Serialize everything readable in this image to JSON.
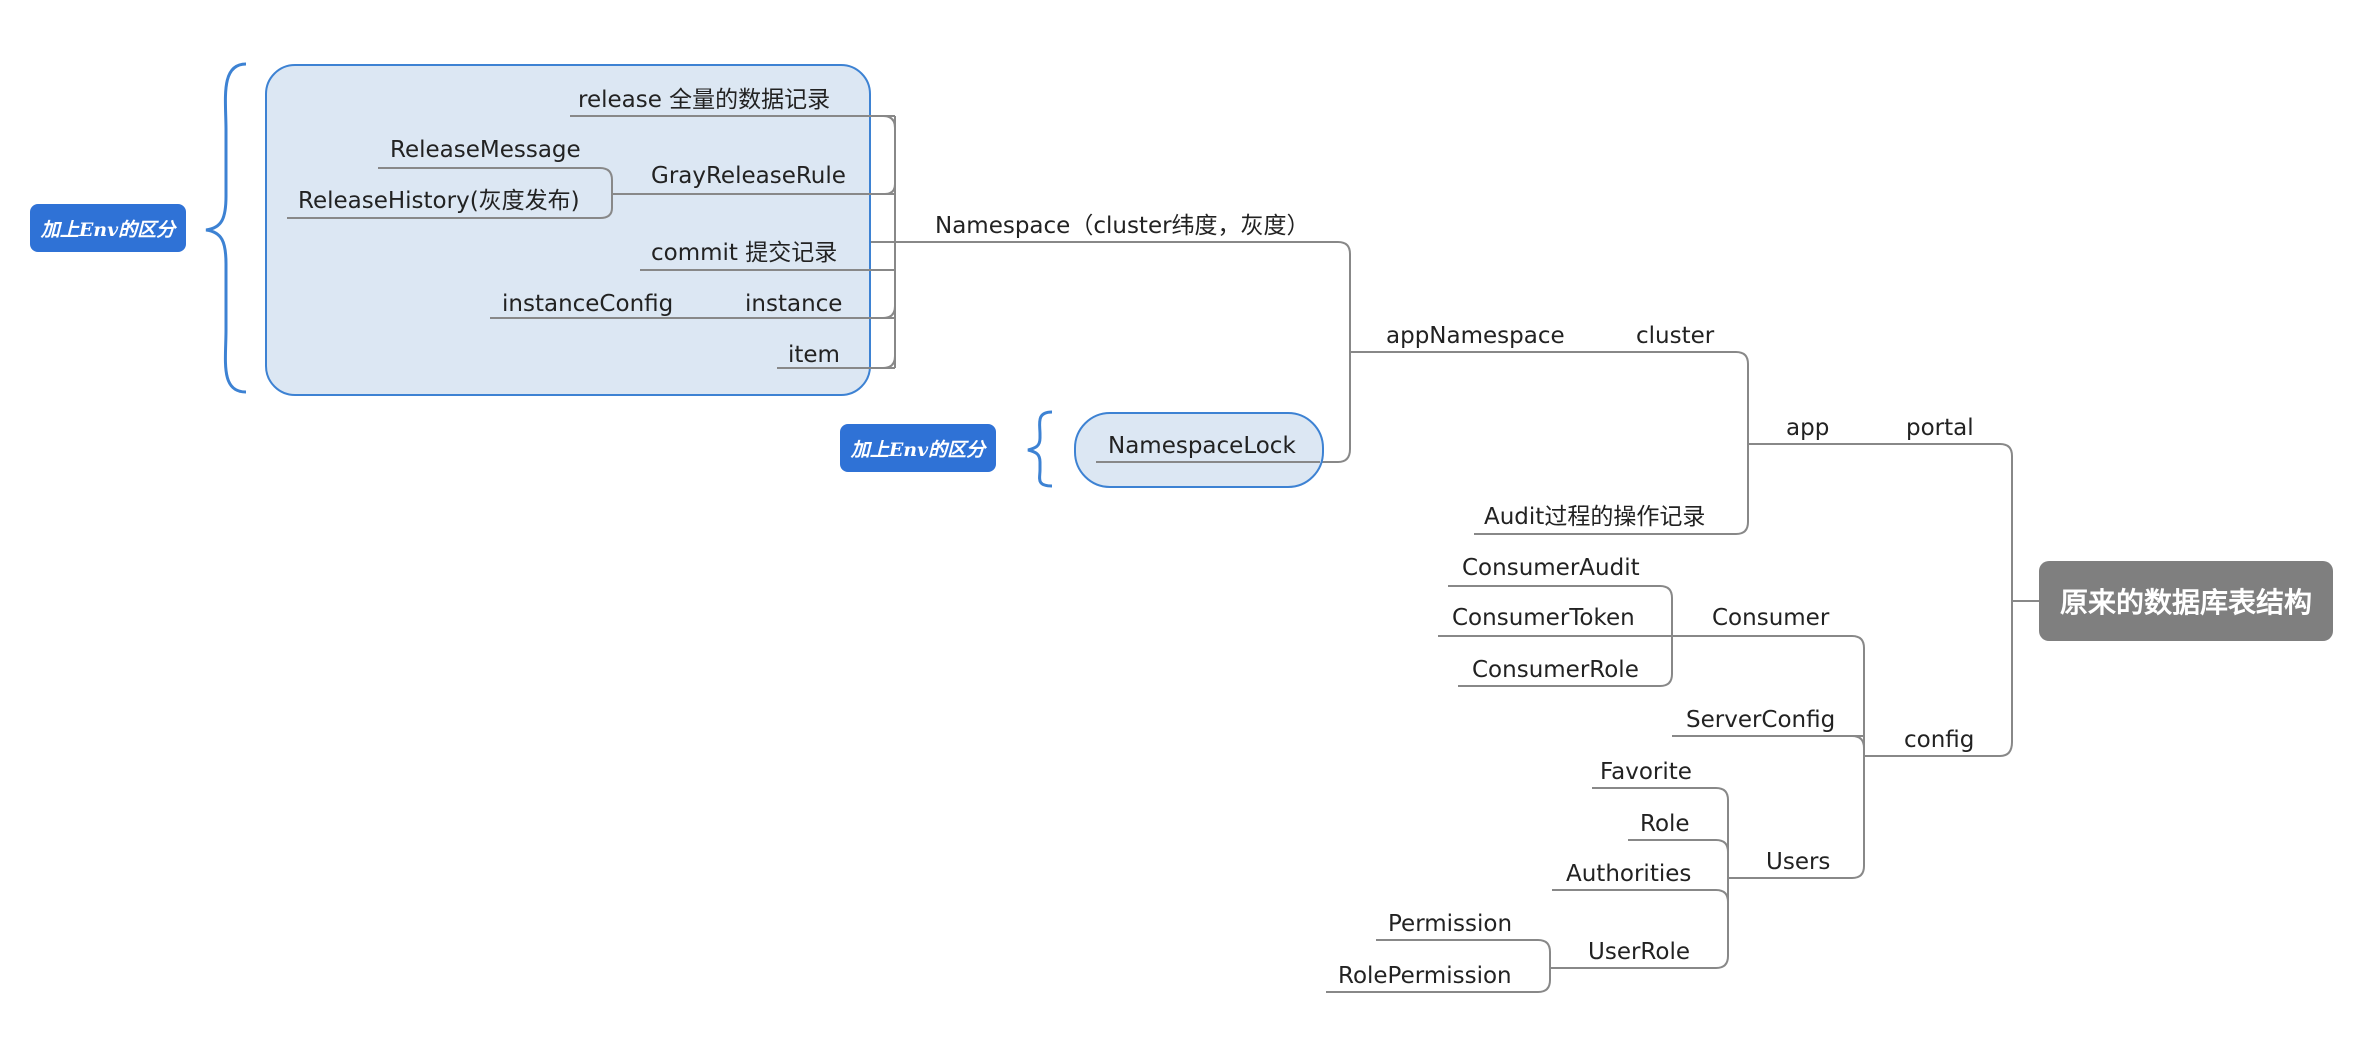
{
  "root": {
    "label": "原来的数据库表结构"
  },
  "boundary_tags": {
    "namespace_group": "加上Env的区分",
    "lock_group": "加上Env的区分"
  },
  "nodes": {
    "portal": "portal",
    "config": "config",
    "app": "app",
    "cluster": "cluster",
    "audit": "Audit过程的操作记录",
    "app_namespace": "appNamespace",
    "namespace": "Namespace（cluster纬度，灰度）",
    "namespace_lock": "NamespaceLock",
    "release": "release  全量的数据记录",
    "gray_release_rule": "GrayReleaseRule",
    "release_message": "ReleaseMessage",
    "release_history": "ReleaseHistory(灰度发布)",
    "commit": "commit 提交记录",
    "instance": "instance",
    "instance_config": "instanceConfig",
    "item": "item",
    "consumer": "Consumer",
    "consumer_audit": "ConsumerAudit",
    "consumer_token": "ConsumerToken",
    "consumer_role": "ConsumerRole",
    "server_config": "ServerConfig",
    "users": "Users",
    "favorite": "Favorite",
    "role": "Role",
    "authorities": "Authorities",
    "user_role": "UserRole",
    "permission": "Permission",
    "role_permission": "RolePermission"
  },
  "colors": {
    "root_fill": "#7f7f7f",
    "tag_fill": "#2f72d6",
    "boundary_fill": "#dce7f3",
    "boundary_stroke": "#3d82d3",
    "line": "#888888"
  }
}
